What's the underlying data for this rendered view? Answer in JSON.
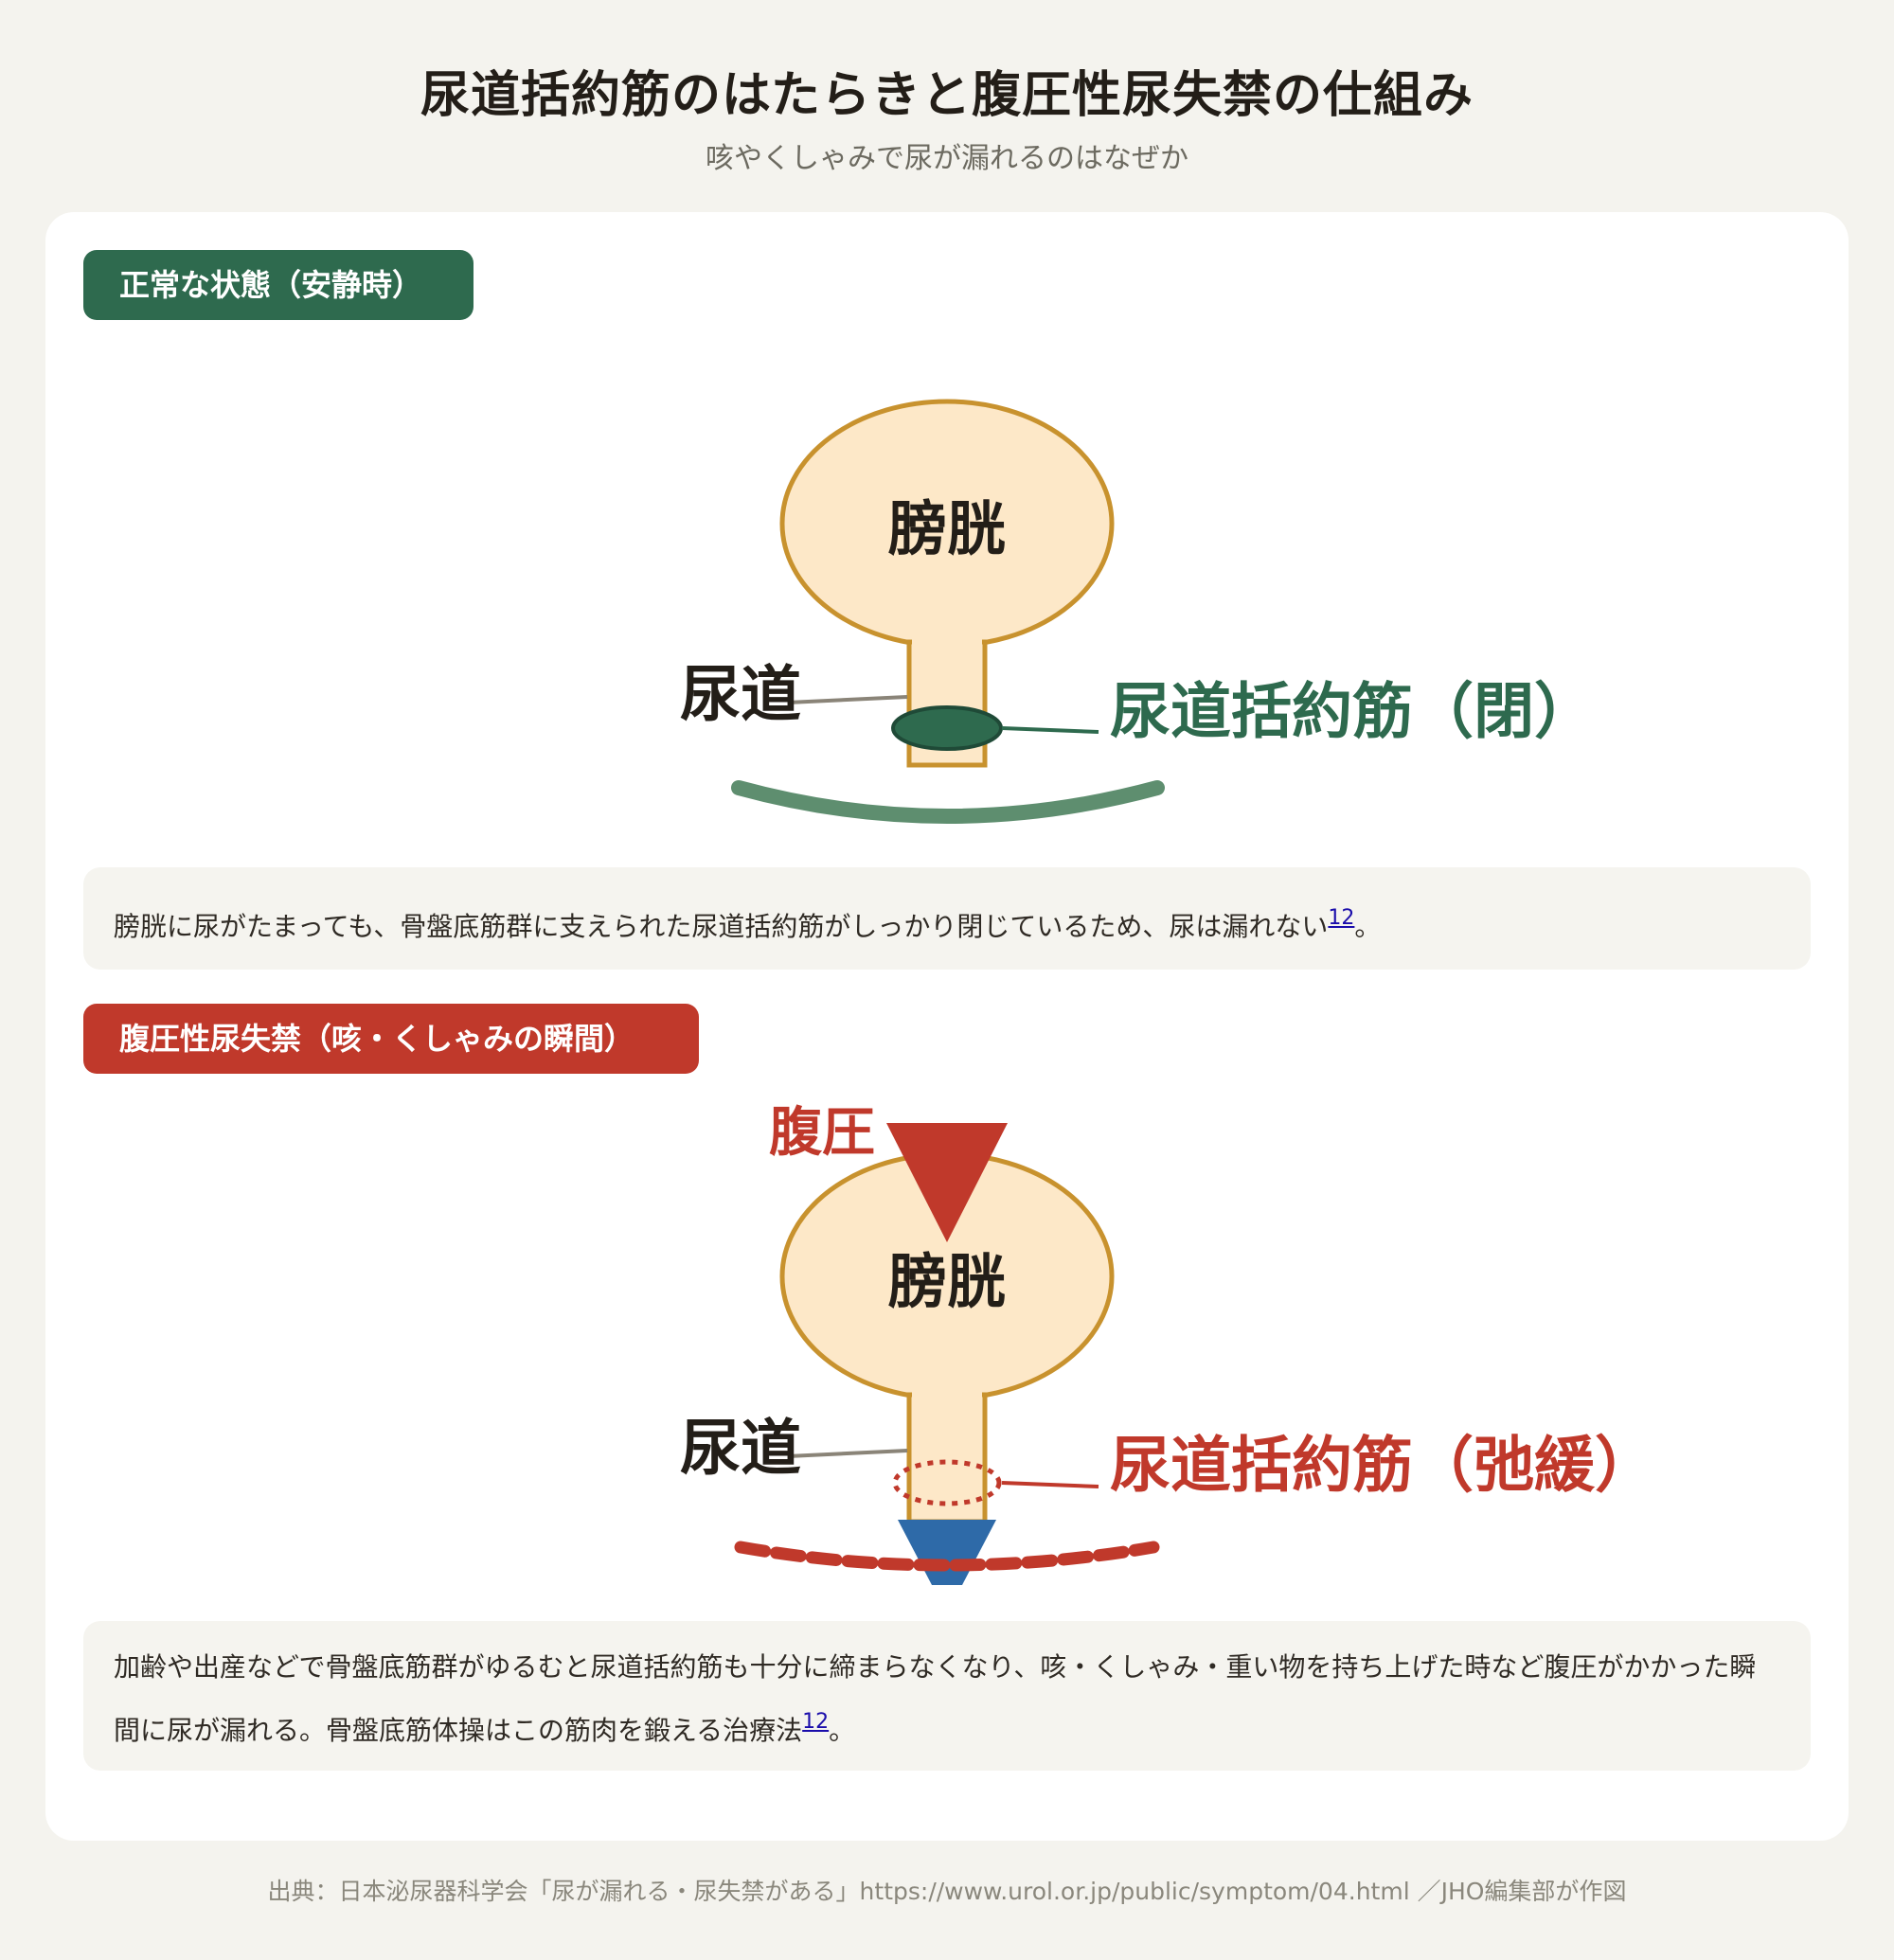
{
  "header": {
    "title": "尿道括約筋のはたらきと腹圧性尿失禁の仕組み",
    "subtitle": "咳やくしゃみで尿が漏れるのはなぜか"
  },
  "normal": {
    "badge": "正常な状態（安静時）",
    "bladder_label": "膀胱",
    "urethra_label": "尿道",
    "sphincter_label": "尿道括約筋（閉）",
    "note_text": "膀胱に尿がたまっても、骨盤底筋群に支えられた尿道括約筋がしっかり閉じているため、尿は漏れない",
    "note_cite": "12",
    "note_end": "。"
  },
  "stress": {
    "badge": "腹圧性尿失禁（咳・くしゃみの瞬間）",
    "pressure_label": "腹圧",
    "bladder_label": "膀胱",
    "urethra_label": "尿道",
    "sphincter_label": "尿道括約筋（弛緩）",
    "note_text": "加齢や出産などで骨盤底筋群がゆるむと尿道括約筋も十分に締まらなくなり、咳・くしゃみ・重い物を持ち上げた時など腹圧がかかった瞬間に尿が漏れる。骨盤底筋体操はこの筋肉を鍛える治療法",
    "note_cite": "12",
    "note_end": "。"
  },
  "footer": {
    "source": "出典：日本泌尿器科学会「尿が漏れる・尿失禁がある」https://www.urol.or.jp/public/symptom/04.html ／JHO編集部が作図"
  },
  "colors": {
    "green": "#2e6a4e",
    "red": "#c0392b",
    "bladder_fill": "#fde8c8",
    "bladder_stroke": "#c8922e",
    "leak_blue": "#2e6aa8"
  }
}
